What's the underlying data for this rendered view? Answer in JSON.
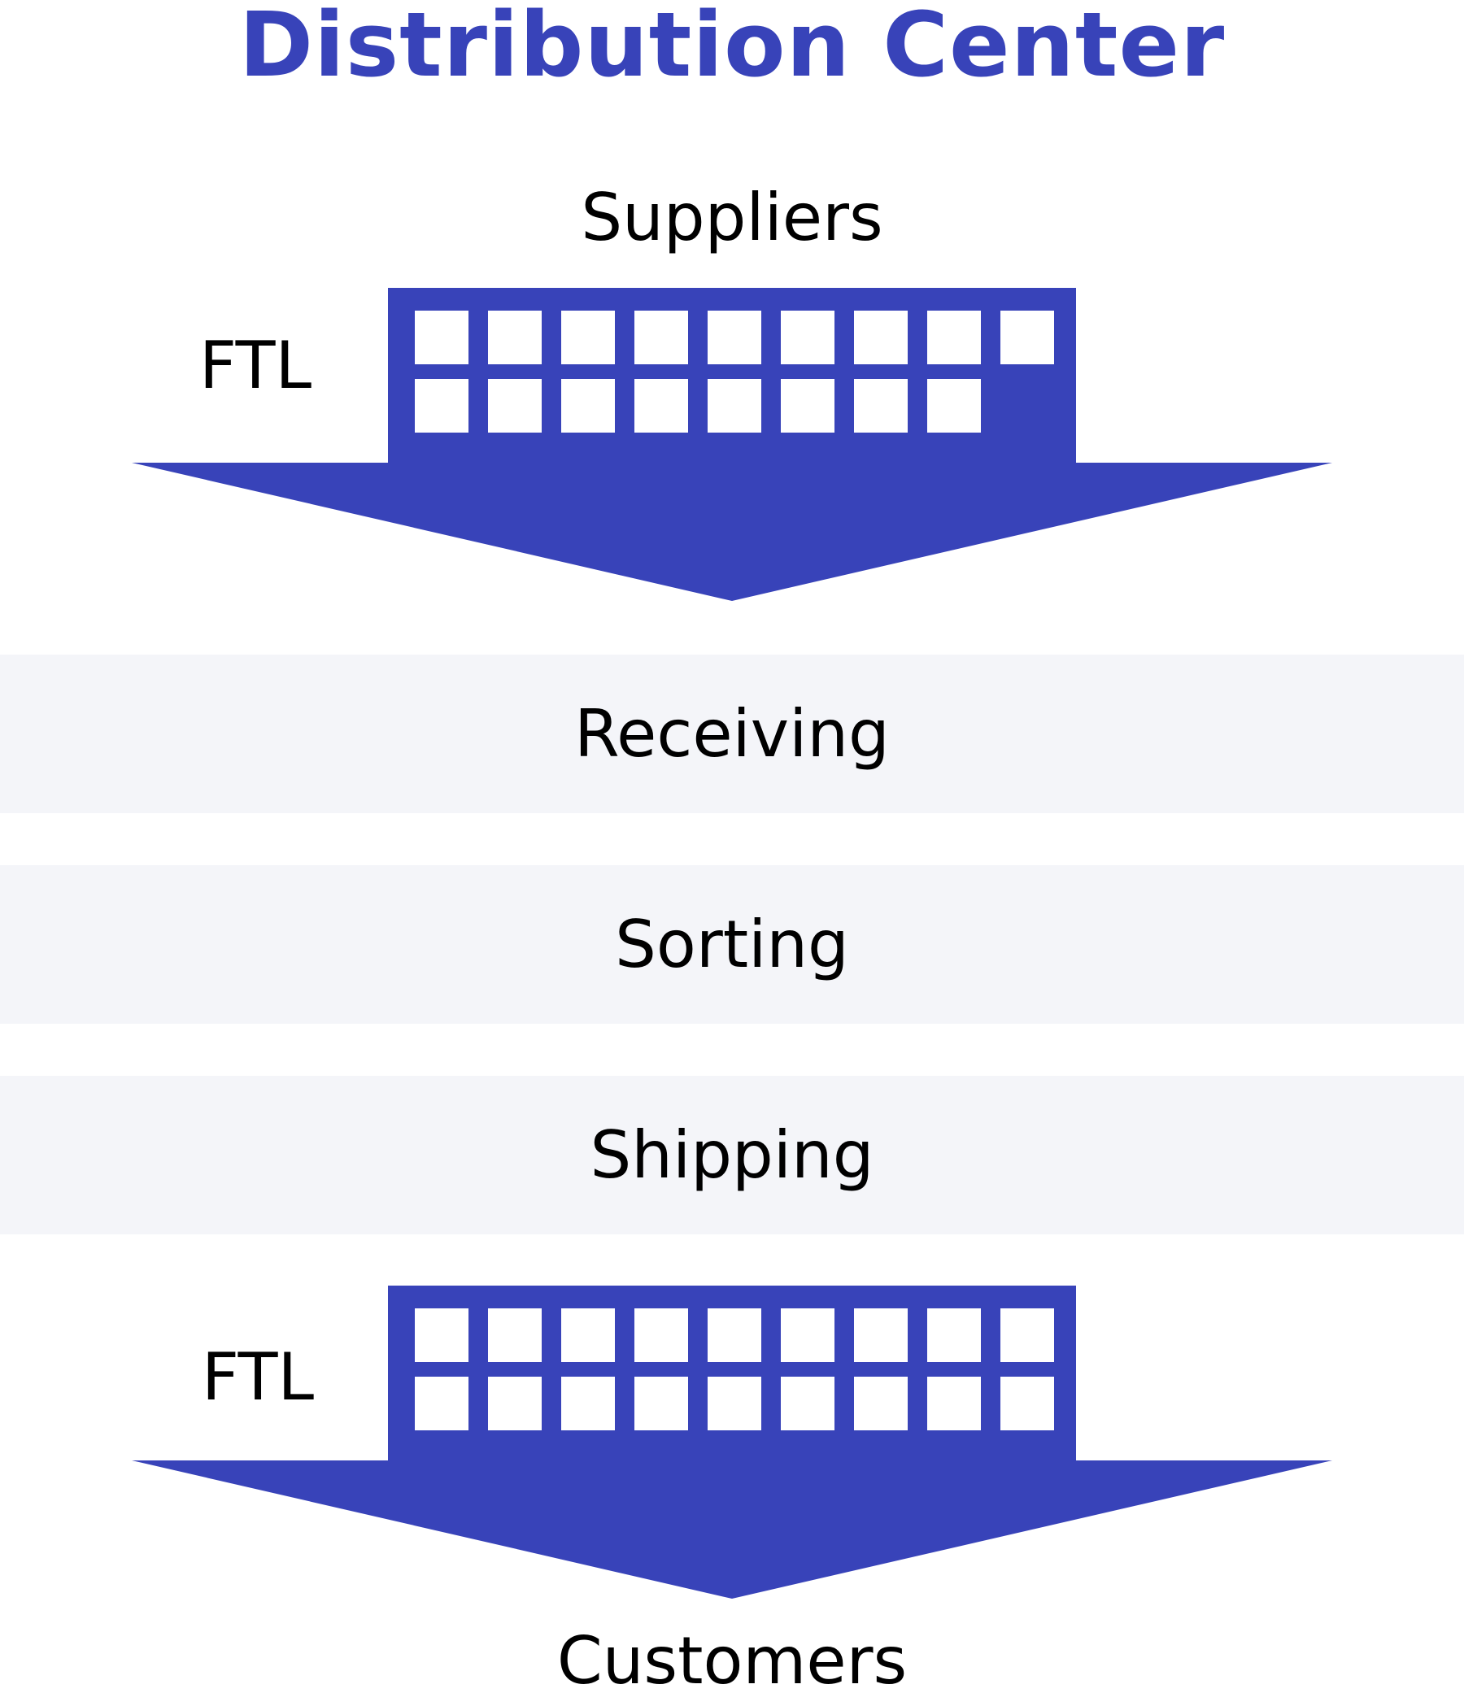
{
  "title": "Distribution Center",
  "origin": "Suppliers",
  "destination": "Customers",
  "inbound": {
    "mode": "FTL",
    "pallet_rows": [
      9,
      8
    ]
  },
  "stages": [
    {
      "label": "Receiving"
    },
    {
      "label": "Sorting"
    },
    {
      "label": "Shipping"
    }
  ],
  "outbound": {
    "mode": "FTL",
    "pallet_rows": [
      9,
      9
    ]
  },
  "colors": {
    "accent": "#3843b9",
    "band": "#f4f5f9",
    "text": "#000000",
    "background": "#ffffff"
  }
}
